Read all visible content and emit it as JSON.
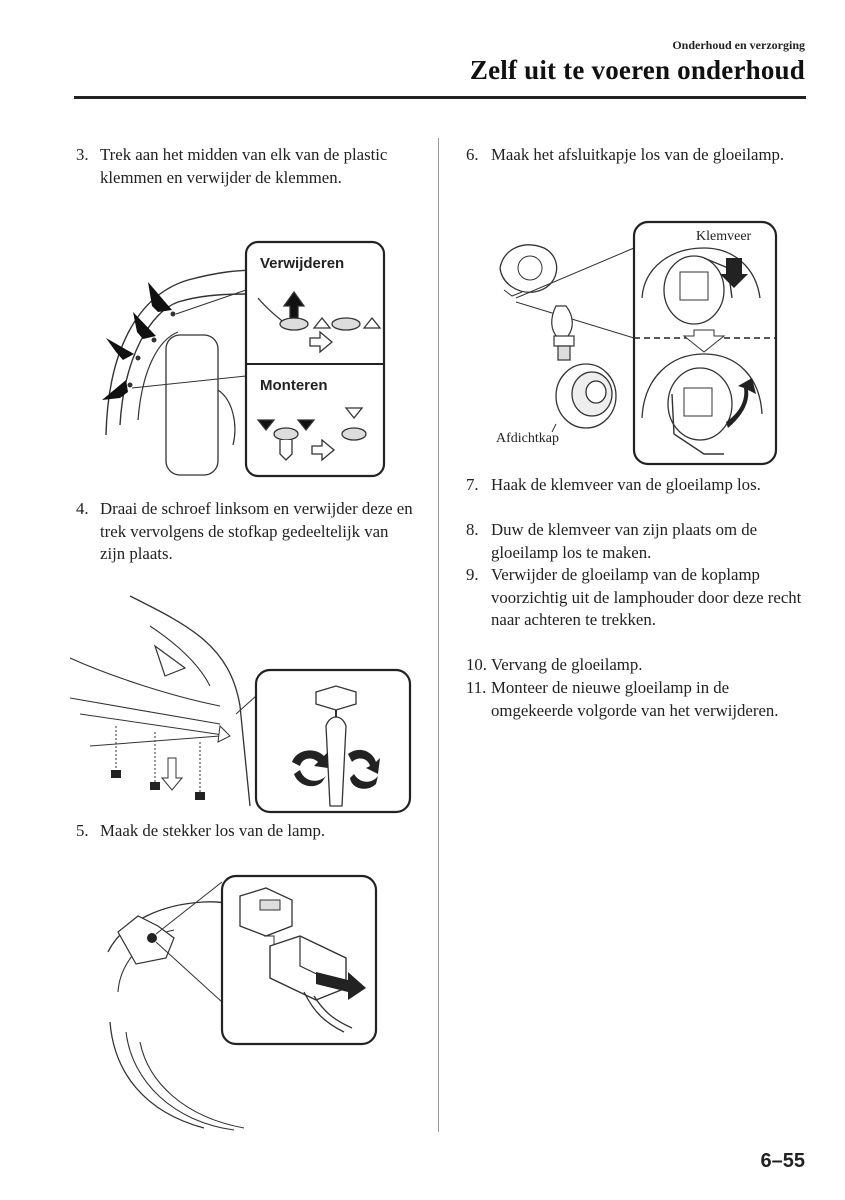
{
  "header": {
    "section": "Onderhoud en verzorging",
    "title": "Zelf uit te voeren onderhoud"
  },
  "left_column": {
    "step3": {
      "number": "3.",
      "text": "Trek aan het midden van elk van de plastic klemmen en verwijder de klemmen."
    },
    "fig_clips": {
      "remove_label": "Verwijderen",
      "install_label": "Monteren"
    },
    "step4": {
      "number": "4.",
      "text": "Draai de schroef linksom en verwijder deze en trek vervolgens de stofkap gedeeltelijk van zijn plaats."
    },
    "step5": {
      "number": "5.",
      "text": "Maak de stekker los van de lamp."
    }
  },
  "right_column": {
    "step6": {
      "number": "6.",
      "text": "Maak het afsluitkapje los van de gloeilamp."
    },
    "fig_bulb": {
      "spring_label": "Klemveer",
      "cap_label": "Afdichtkap"
    },
    "step7": {
      "number": "7.",
      "text": "Haak de klemveer van de gloeilamp los."
    },
    "step8": {
      "number": "8.",
      "text": "Duw de klemveer van zijn plaats om de gloeilamp los te maken."
    },
    "step9": {
      "number": "9.",
      "text": "Verwijder de gloeilamp van de koplamp voorzichtig uit de lamphouder door deze recht naar achteren te trekken."
    },
    "step10": {
      "number": "10.",
      "text": "Vervang de gloeilamp."
    },
    "step11": {
      "number": "11.",
      "text": "Monteer de nieuwe gloeilamp in de omgekeerde volgorde van het verwijderen."
    }
  },
  "footer": {
    "page_number": "6–55"
  }
}
